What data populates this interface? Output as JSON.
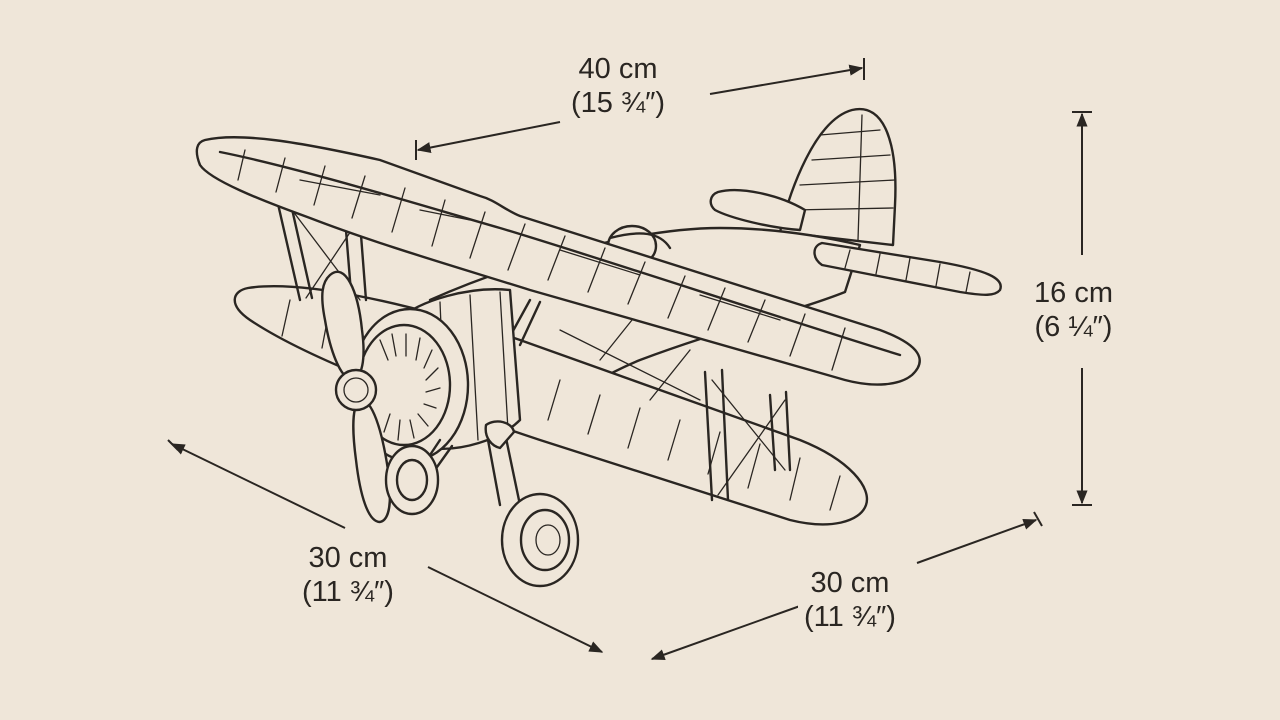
{
  "colors": {
    "background": "#efe6d9",
    "ink": "#2a2622"
  },
  "subject": {
    "icon": "biplane-illustration"
  },
  "dimensions": {
    "wingspan": {
      "metric": "40 cm",
      "imperial": "(15 ¾″)"
    },
    "height": {
      "metric": "16 cm",
      "imperial": "(6 ¼″)"
    },
    "length_left": {
      "metric": "30 cm",
      "imperial": "(11 ¾″)"
    },
    "length_right": {
      "metric": "30 cm",
      "imperial": "(11 ¾″)"
    }
  }
}
